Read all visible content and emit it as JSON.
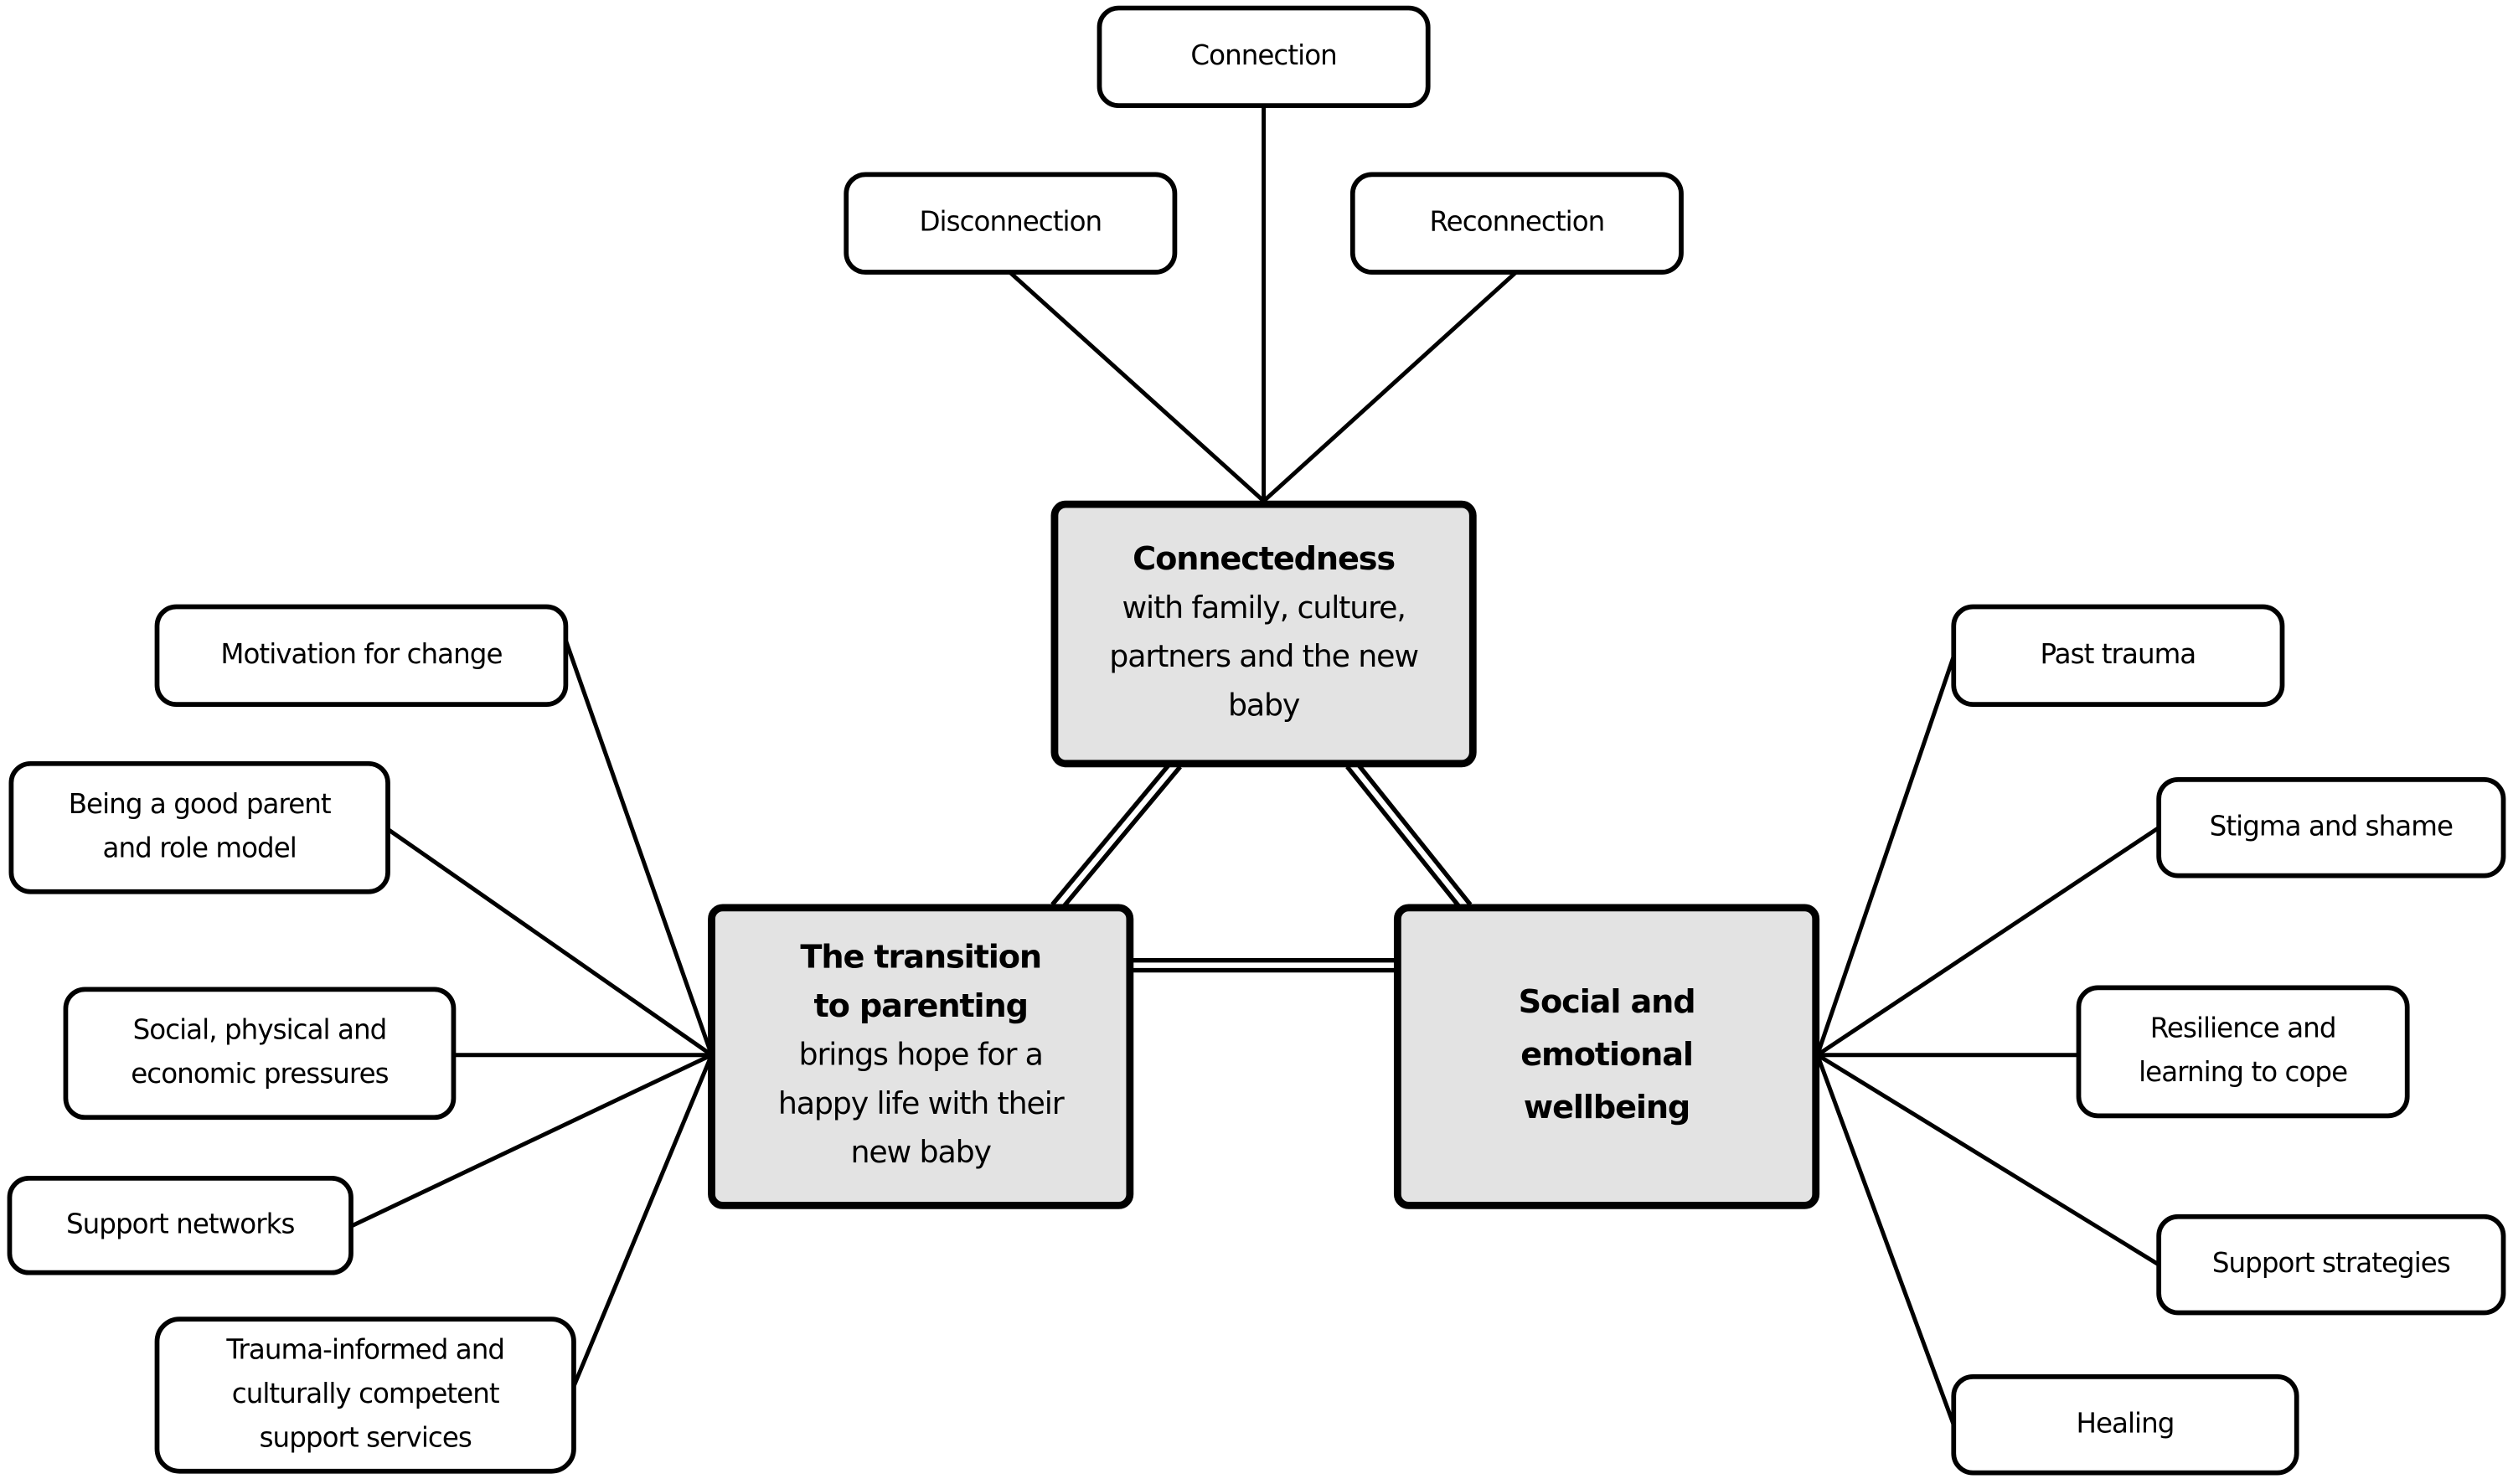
{
  "diagram": {
    "type": "thematic-map",
    "main_nodes": [
      {
        "id": "connectedness",
        "title_lines": [
          "Connectedness"
        ],
        "subtitle_lines": [
          "with family, culture,",
          "partners and the new",
          "baby"
        ],
        "fill_color": "#e3e3e3"
      },
      {
        "id": "transition",
        "title_lines": [
          "The transition",
          "to parenting"
        ],
        "subtitle_lines": [
          "brings hope for a",
          "happy life with their",
          "new baby"
        ],
        "fill_color": "#e3e3e3"
      },
      {
        "id": "wellbeing",
        "title_lines": [
          "Social and",
          "emotional",
          "wellbeing"
        ],
        "subtitle_lines": [],
        "fill_color": "#e3e3e3"
      }
    ],
    "leaf_nodes": [
      {
        "id": "connection",
        "parent": "connectedness",
        "lines": [
          "Connection"
        ]
      },
      {
        "id": "disconnection",
        "parent": "connectedness",
        "lines": [
          "Disconnection"
        ]
      },
      {
        "id": "reconnection",
        "parent": "connectedness",
        "lines": [
          "Reconnection"
        ]
      },
      {
        "id": "motivation",
        "parent": "transition",
        "lines": [
          "Motivation for change"
        ]
      },
      {
        "id": "good-parent",
        "parent": "transition",
        "lines": [
          "Being a good parent",
          "and role model"
        ]
      },
      {
        "id": "pressures",
        "parent": "transition",
        "lines": [
          "Social, physical and",
          "economic pressures"
        ]
      },
      {
        "id": "support-networks",
        "parent": "transition",
        "lines": [
          "Support networks"
        ]
      },
      {
        "id": "trauma-informed",
        "parent": "transition",
        "lines": [
          "Trauma-informed and",
          "culturally competent",
          "support services"
        ]
      },
      {
        "id": "past-trauma",
        "parent": "wellbeing",
        "lines": [
          "Past trauma"
        ]
      },
      {
        "id": "stigma",
        "parent": "wellbeing",
        "lines": [
          "Stigma and shame"
        ]
      },
      {
        "id": "resilience",
        "parent": "wellbeing",
        "lines": [
          "Resilience and",
          "learning to cope"
        ]
      },
      {
        "id": "support-strategies",
        "parent": "wellbeing",
        "lines": [
          "Support strategies"
        ]
      },
      {
        "id": "healing",
        "parent": "wellbeing",
        "lines": [
          "Healing"
        ]
      }
    ],
    "main_links": [
      [
        "connectedness",
        "transition"
      ],
      [
        "connectedness",
        "wellbeing"
      ],
      [
        "transition",
        "wellbeing"
      ]
    ]
  }
}
